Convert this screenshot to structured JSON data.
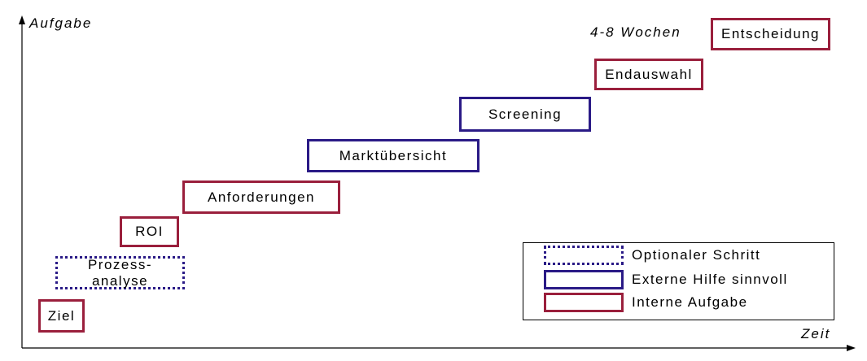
{
  "axes": {
    "y_label": "Aufgabe",
    "x_label": "Zeit"
  },
  "duration_note": "4-8 Wochen",
  "steps": [
    {
      "id": "ziel",
      "label": "Ziel",
      "kind": "internal"
    },
    {
      "id": "prozessanalyse",
      "label": "Prozess-\nanalyse",
      "kind": "optional"
    },
    {
      "id": "roi",
      "label": "ROI",
      "kind": "internal"
    },
    {
      "id": "anforderungen",
      "label": "Anforderungen",
      "kind": "internal"
    },
    {
      "id": "marktuebersicht",
      "label": "Marktübersicht",
      "kind": "external"
    },
    {
      "id": "screening",
      "label": "Screening",
      "kind": "external"
    },
    {
      "id": "endauswahl",
      "label": "Endauswahl",
      "kind": "internal"
    },
    {
      "id": "entscheidung",
      "label": "Entscheidung",
      "kind": "internal"
    }
  ],
  "legend": [
    {
      "kind": "optional",
      "label": "Optionaler Schritt"
    },
    {
      "kind": "external",
      "label": "Externe Hilfe sinnvoll"
    },
    {
      "kind": "internal",
      "label": "Interne Aufgabe"
    }
  ],
  "colors": {
    "internal": "#9a1f3c",
    "external": "#2a1a86",
    "optional": "#2a1a86",
    "axis": "#000000"
  }
}
